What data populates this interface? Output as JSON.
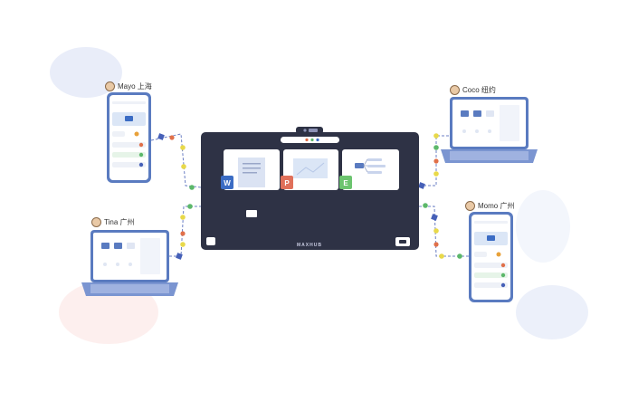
{
  "users": {
    "mayo": {
      "name": "Mayo",
      "city": "上海"
    },
    "tina": {
      "name": "Tina",
      "city": "广州"
    },
    "coco": {
      "name": "Coco",
      "city": "纽约"
    },
    "momo": {
      "name": "Momo",
      "city": "广州"
    }
  },
  "board": {
    "brand": "MAXHUB"
  },
  "apps": {
    "word": "W",
    "ppt": "P",
    "excel": "E"
  },
  "colors": {
    "board_bg": "#2e3245",
    "device_frame": "#5a7bc0",
    "word": "#3b6cc4",
    "ppt": "#e0705a",
    "excel": "#6cc46f",
    "dot_blue": "#4660b8",
    "dot_green": "#5cb86a",
    "dot_yellow": "#e8d94a",
    "dot_red": "#e0704a"
  }
}
